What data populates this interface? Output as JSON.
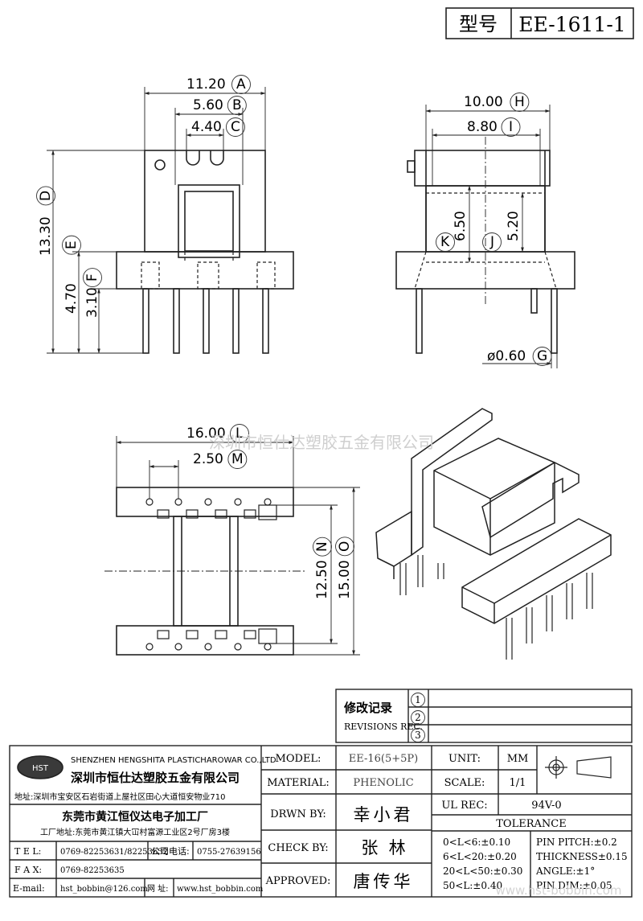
{
  "model_box": {
    "label": "型号",
    "value": "EE-1611-1"
  },
  "dims": {
    "A": "11.20",
    "B": "5.60",
    "C": "4.40",
    "D": "13.30",
    "E": "4.70",
    "F": "3.10",
    "H": "10.00",
    "I": "8.80",
    "K": "6.50",
    "J": "5.20",
    "G": "ø0.60",
    "L": "16.00",
    "M": "2.50",
    "N": "12.50",
    "O": "15.00"
  },
  "dim_letters": {
    "A": "A",
    "B": "B",
    "C": "C",
    "D": "D",
    "E": "E",
    "F": "F",
    "G": "G",
    "H": "H",
    "I": "I",
    "J": "J",
    "K": "K",
    "L": "L",
    "M": "M",
    "N": "N",
    "O": "O"
  },
  "watermark": "深圳市恒仕达塑胶五金有限公司",
  "watermark2": "www.hst-bobbin.com",
  "revisions": {
    "title_cn": "修改记录",
    "title_en": "REVISIONS REC.",
    "marks": [
      "1",
      "2",
      "3"
    ]
  },
  "company": {
    "logo": "HST",
    "name_en": "SHENZHEN HENGSHITA PLASTICHAROWAR CO.,LTD",
    "name_cn": "深圳市恒仕达塑胶五金有限公司",
    "address": "地址:深圳市宝安区石岩街道上屋社区田心大道恒安物业710",
    "factory": "东莞市黄江恒仪达电子加工厂",
    "factory_address": "工厂地址:东莞市黄江镇大冚村富源工业区2号厂房3楼"
  },
  "contact": {
    "tel_label": "T E L:",
    "tel": "0769-82253631/82253632",
    "co_tel_label": "公司电话:",
    "co_tel": "0755-27639156",
    "fax_label": "F A X:",
    "fax": "0769-82253635",
    "email_label": "E-mail:",
    "email": "hst_bobbin@126.com",
    "web_label": "网 址:",
    "web": "www.hst_bobbin.com"
  },
  "title_block": {
    "model_label": "MODEL:",
    "model": "EE-16(5+5P)",
    "unit_label": "UNIT:",
    "unit": "MM",
    "material_label": "MATERIAL:",
    "material": "PHENOLIC",
    "scale_label": "SCALE:",
    "scale": "1/1",
    "drawn_label": "DRWN BY:",
    "drawn": "幸小君",
    "ul_label": "UL REC:",
    "ul": "94V-0",
    "check_label": "CHECK BY:",
    "check": "张  林",
    "tolerance_label": "TOLERANCE",
    "approved_label": "APPROVED:",
    "approved": "唐传华",
    "tol": [
      "0<L<6:±0.10",
      "6<L<20:±0.20",
      "20<L<50:±0.30",
      "50<L:±0.40"
    ],
    "tol2": [
      "PIN PITCH:±0.2",
      "THICKNESS±0.15",
      "ANGLE:±1°",
      "PIN DIM:±0.05"
    ]
  }
}
